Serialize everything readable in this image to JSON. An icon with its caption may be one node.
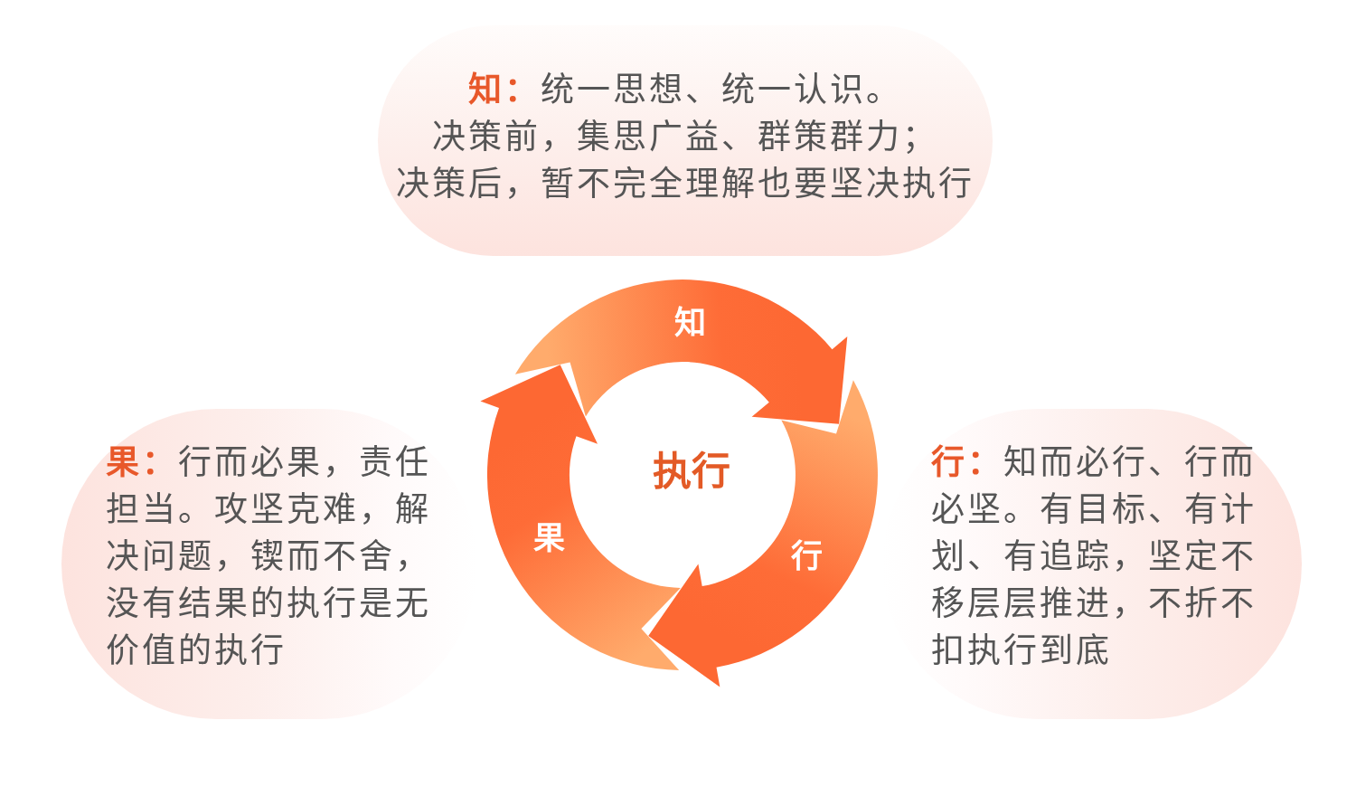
{
  "diagram": {
    "nodes": [
      {
        "text": [
          "**知：**统一思想、统一认识。",
          "决策前，集思广益、群策群力；",
          "决策后，暂不完全理解也要坚决执行"
        ]
      },
      {
        "text": [
          "知"
        ]
      },
      {
        "text": [
          "**果：**行而必果，责任担当。攻坚克难，解决问题，锲而不舍，没有结果的执行是无价值的执行"
        ]
      },
      {
        "text": [
          "执行"
        ]
      },
      {
        "text": [
          "**行：**知而必行、行而必坚。有目标、有计划、有追踪，坚定不移层层推进，不折不扣执行到底"
        ]
      },
      {
        "text": [
          "果"
        ]
      },
      {
        "text": [
          "行"
        ]
      }
    ]
  }
}
